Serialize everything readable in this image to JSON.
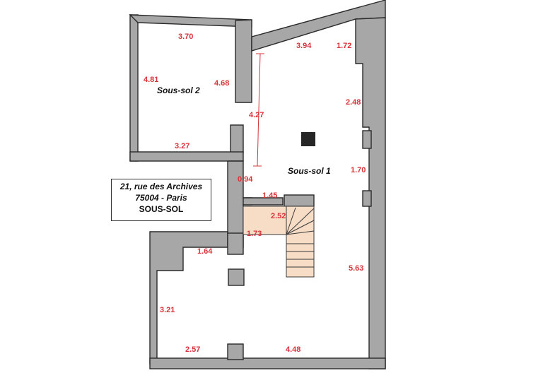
{
  "plan": {
    "title": "SOUS-SOL",
    "address_line1": "21, rue des Archives",
    "address_line2": "75004 - Paris",
    "level_label": "SOUS-SOL",
    "rooms": {
      "sous_sol_1": "Sous-sol 1",
      "sous_sol_2": "Sous-sol 2"
    },
    "dimensions": {
      "d1": "3.70",
      "d2": "4.81",
      "d3": "4.68",
      "d4": "3.27",
      "d5": "3.94",
      "d6": "1.72",
      "d7": "2.48",
      "d8": "4.27",
      "d9": "0.94",
      "d10": "1.70",
      "d11": "1.45",
      "d12": "2.52",
      "d13": "1.73",
      "d14": "1.64",
      "d15": "5.63",
      "d16": "3.21",
      "d17": "2.57",
      "d18": "4.48"
    },
    "colors": {
      "wall": "#a7a7a7",
      "dimension": "#d8343a",
      "stair": "#f7dcc6",
      "pillar": "#262626"
    }
  }
}
